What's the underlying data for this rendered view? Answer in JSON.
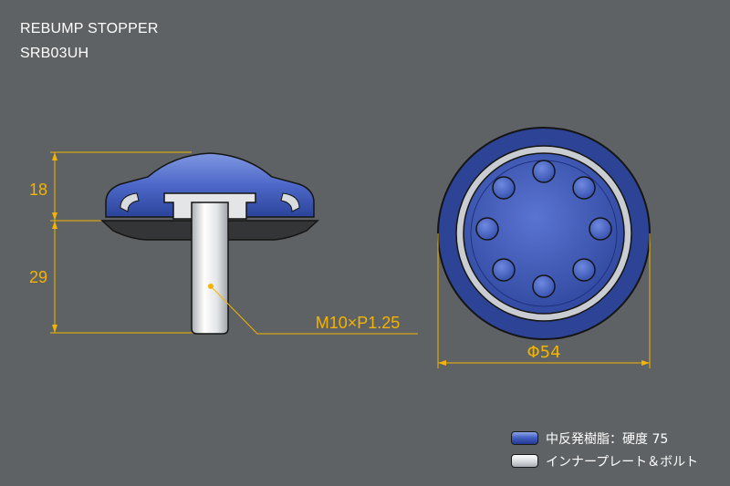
{
  "title": {
    "line1": "REBUMP STOPPER",
    "line2": "SRB03UH"
  },
  "dimensions": {
    "height_upper": "18",
    "height_lower": "29",
    "thread": "M10×P1.25",
    "diameter": "Φ54"
  },
  "legend": [
    {
      "label": "中反発樹脂：硬度 75",
      "color": "#3a56b8"
    },
    {
      "label": "インナープレート＆ボルト",
      "color": "#d9dcdf"
    }
  ],
  "colors": {
    "background": "#5f6264",
    "dimension": "#f3b400",
    "resin_blue": "#3a56b8",
    "plate_grey": "#d9dcdf"
  }
}
